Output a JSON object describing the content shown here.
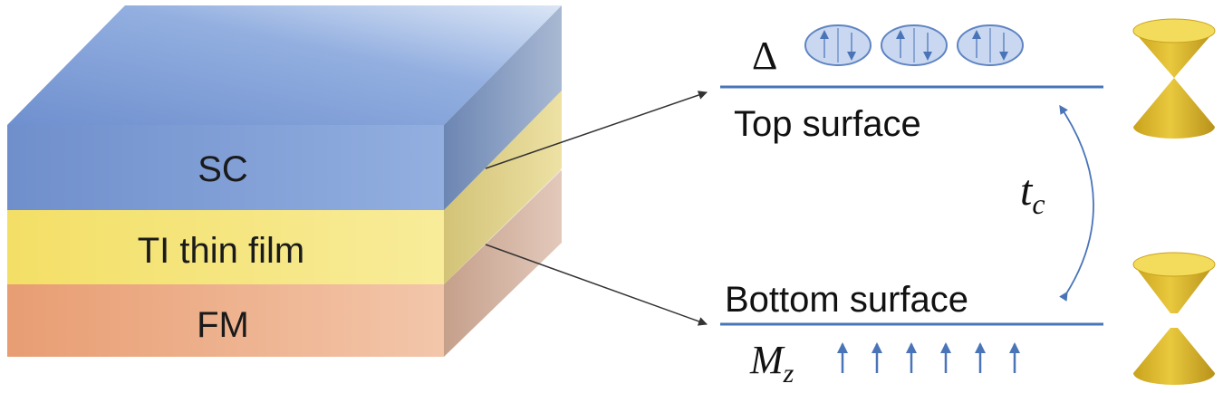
{
  "layers": {
    "sc": {
      "label": "SC",
      "color": "#7e9fd6"
    },
    "ti": {
      "label": "TI thin film",
      "color": "#f4e47a"
    },
    "fm": {
      "label": "FM",
      "color": "#ecae8a"
    }
  },
  "surfaces": {
    "top": {
      "label": "Top surface"
    },
    "bottom": {
      "label": "Bottom surface"
    },
    "line_color": "#4a74b8"
  },
  "symbols": {
    "delta": "Δ",
    "coupling_base": "t",
    "coupling_sub": "c",
    "magnetization_base": "M",
    "magnetization_sub": "z"
  },
  "cooper_pairs": {
    "count": 3,
    "fill": "#c9d8f0",
    "stroke": "#5f84c2"
  },
  "magnetization_arrows": {
    "count": 6,
    "color": "#4a74b8"
  },
  "dirac_cones": {
    "color": "#e2c23a",
    "top_state": "gapless",
    "bottom_state": "gapped"
  }
}
